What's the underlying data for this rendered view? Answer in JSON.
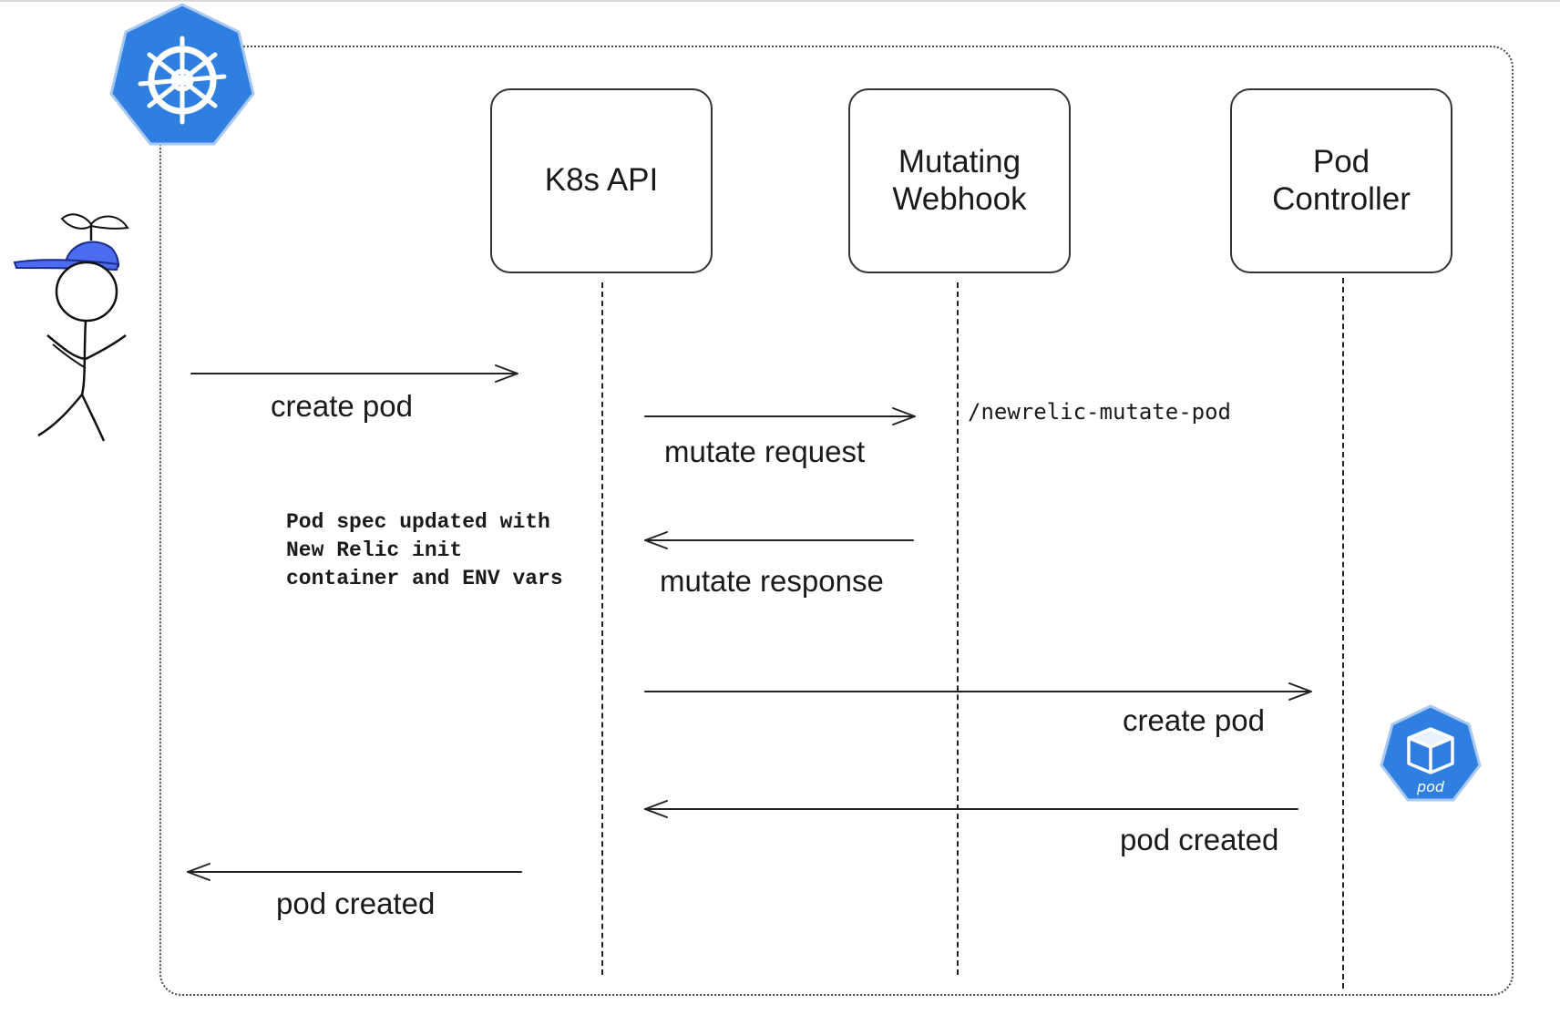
{
  "participants": [
    {
      "label": "K8s API"
    },
    {
      "label": "Mutating\nWebhook"
    },
    {
      "label": "Pod\nController"
    }
  ],
  "messages": [
    {
      "label": "create pod",
      "direction": "right"
    },
    {
      "label": "mutate request",
      "direction": "right"
    },
    {
      "label": "mutate response",
      "direction": "left"
    },
    {
      "label": "create pod",
      "direction": "right"
    },
    {
      "label": "pod created",
      "direction": "left"
    },
    {
      "label": "pod created",
      "direction": "left"
    }
  ],
  "webhook_path": "/newrelic-mutate-pod",
  "note": "Pod spec updated with\nNew Relic init\ncontainer and ENV vars",
  "icons": {
    "cluster": "kubernetes-helm-wheel-icon",
    "actor": "stick-figure-with-propeller-cap-icon",
    "pod": "kubernetes-pod-cube-icon",
    "pod_badge_text": "pod"
  },
  "colors": {
    "k8s_blue": "#2f7fe0",
    "cap_blue": "#4b6cf0",
    "line": "#222222",
    "border": "#4a4a4a"
  }
}
